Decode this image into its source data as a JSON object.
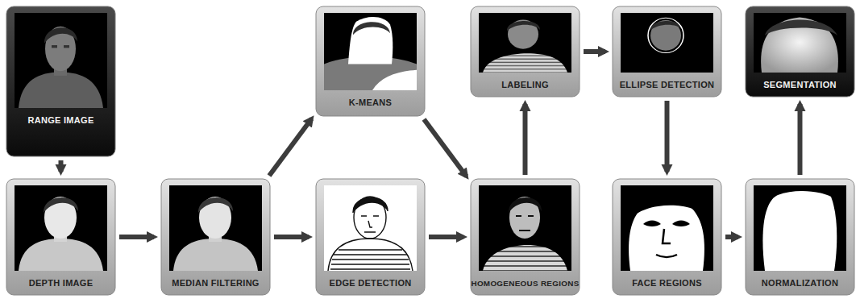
{
  "diagram": {
    "nodes": [
      {
        "text": [
          "RANGE IMAGE"
        ]
      },
      {
        "text": [
          "K-MEANS"
        ]
      },
      {
        "text": [
          "LABELING"
        ]
      },
      {
        "text": [
          "ELLIPSE DETECTION"
        ]
      },
      {
        "text": [
          "SEGMENTATION"
        ]
      },
      {
        "text": [
          "DEPTH IMAGE"
        ]
      },
      {
        "text": [
          "MEDIAN FILTERING"
        ]
      },
      {
        "text": [
          "EDGE DETECTION"
        ]
      },
      {
        "text": [
          "HOMOGENEOUS REGIONS"
        ]
      },
      {
        "text": [
          "FACE REGIONS"
        ]
      },
      {
        "text": [
          "NORMALIZATION"
        ]
      }
    ],
    "edges": [
      {
        "from": 0,
        "to": 5,
        "arrow": "to"
      },
      {
        "from": 5,
        "to": 6,
        "arrow": "to"
      },
      {
        "from": 6,
        "to": 7,
        "arrow": "to"
      },
      {
        "from": 6,
        "to": 1,
        "arrow": "to"
      },
      {
        "from": 1,
        "to": 8,
        "arrow": "to"
      },
      {
        "from": 7,
        "to": 8,
        "arrow": "to"
      },
      {
        "from": 8,
        "to": 2,
        "arrow": "to"
      },
      {
        "from": 2,
        "to": 3,
        "arrow": "to"
      },
      {
        "from": 3,
        "to": 9,
        "arrow": "to"
      },
      {
        "from": 9,
        "to": 10,
        "arrow": "to"
      },
      {
        "from": 10,
        "to": 4,
        "arrow": "to"
      }
    ]
  }
}
